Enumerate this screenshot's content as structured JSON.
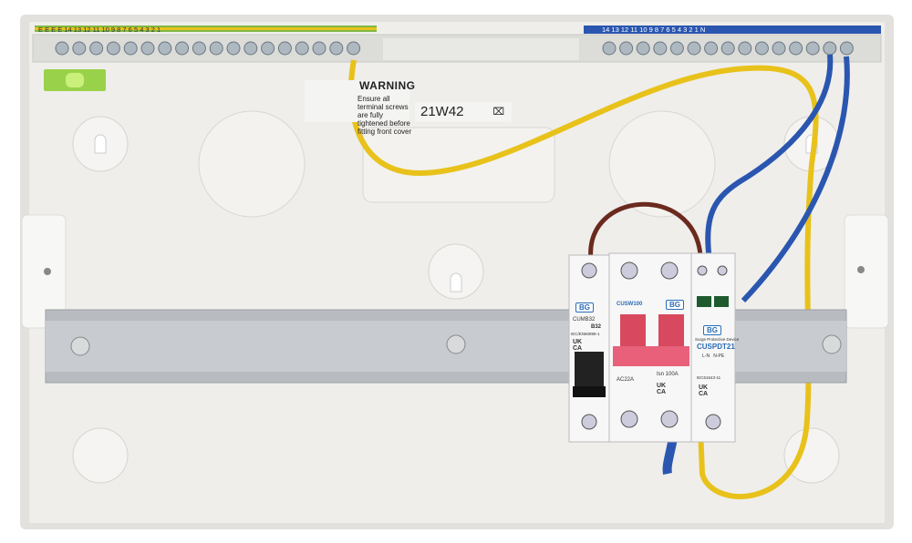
{
  "warning_label": {
    "title": "WARNING",
    "text": "Ensure all terminal screws are fully tightened before fitting front cover"
  },
  "model_label": {
    "code": "21W42",
    "weee_icon": "crossed-bin-icon"
  },
  "earth_bar": {
    "numbers": "E E E E 14 13 12 11 10 9 8 7 6 5 4 3 2 1"
  },
  "neutral_bar": {
    "numbers": "14 13 12 11 10 9 8 7 6 5 4 3 2 1 N"
  },
  "mcb": {
    "brand": "BG",
    "model": "CUMB32",
    "rating": "B32",
    "standard": "IEC/EN60898-1",
    "marks": "UK CA"
  },
  "rcd": {
    "brand": "BG",
    "model": "CUSW100",
    "rating": "AC22A",
    "current": "Isn 100A",
    "marks": "UK CA"
  },
  "spd": {
    "brand": "BG",
    "type": "Surge Protective Device",
    "model": "CUSPDT21",
    "terminals": "L-N   N-PE",
    "standard": "IEC61643-11",
    "marks": "UK CA"
  },
  "colors": {
    "enclosure": "#ecebe7",
    "rail": "#b8bcc0",
    "earth_wire": "#e8c21a",
    "neutral_wire": "#2a56b0",
    "live_wire": "#6b2a1e",
    "rcd_toggle": "#e8607a"
  }
}
